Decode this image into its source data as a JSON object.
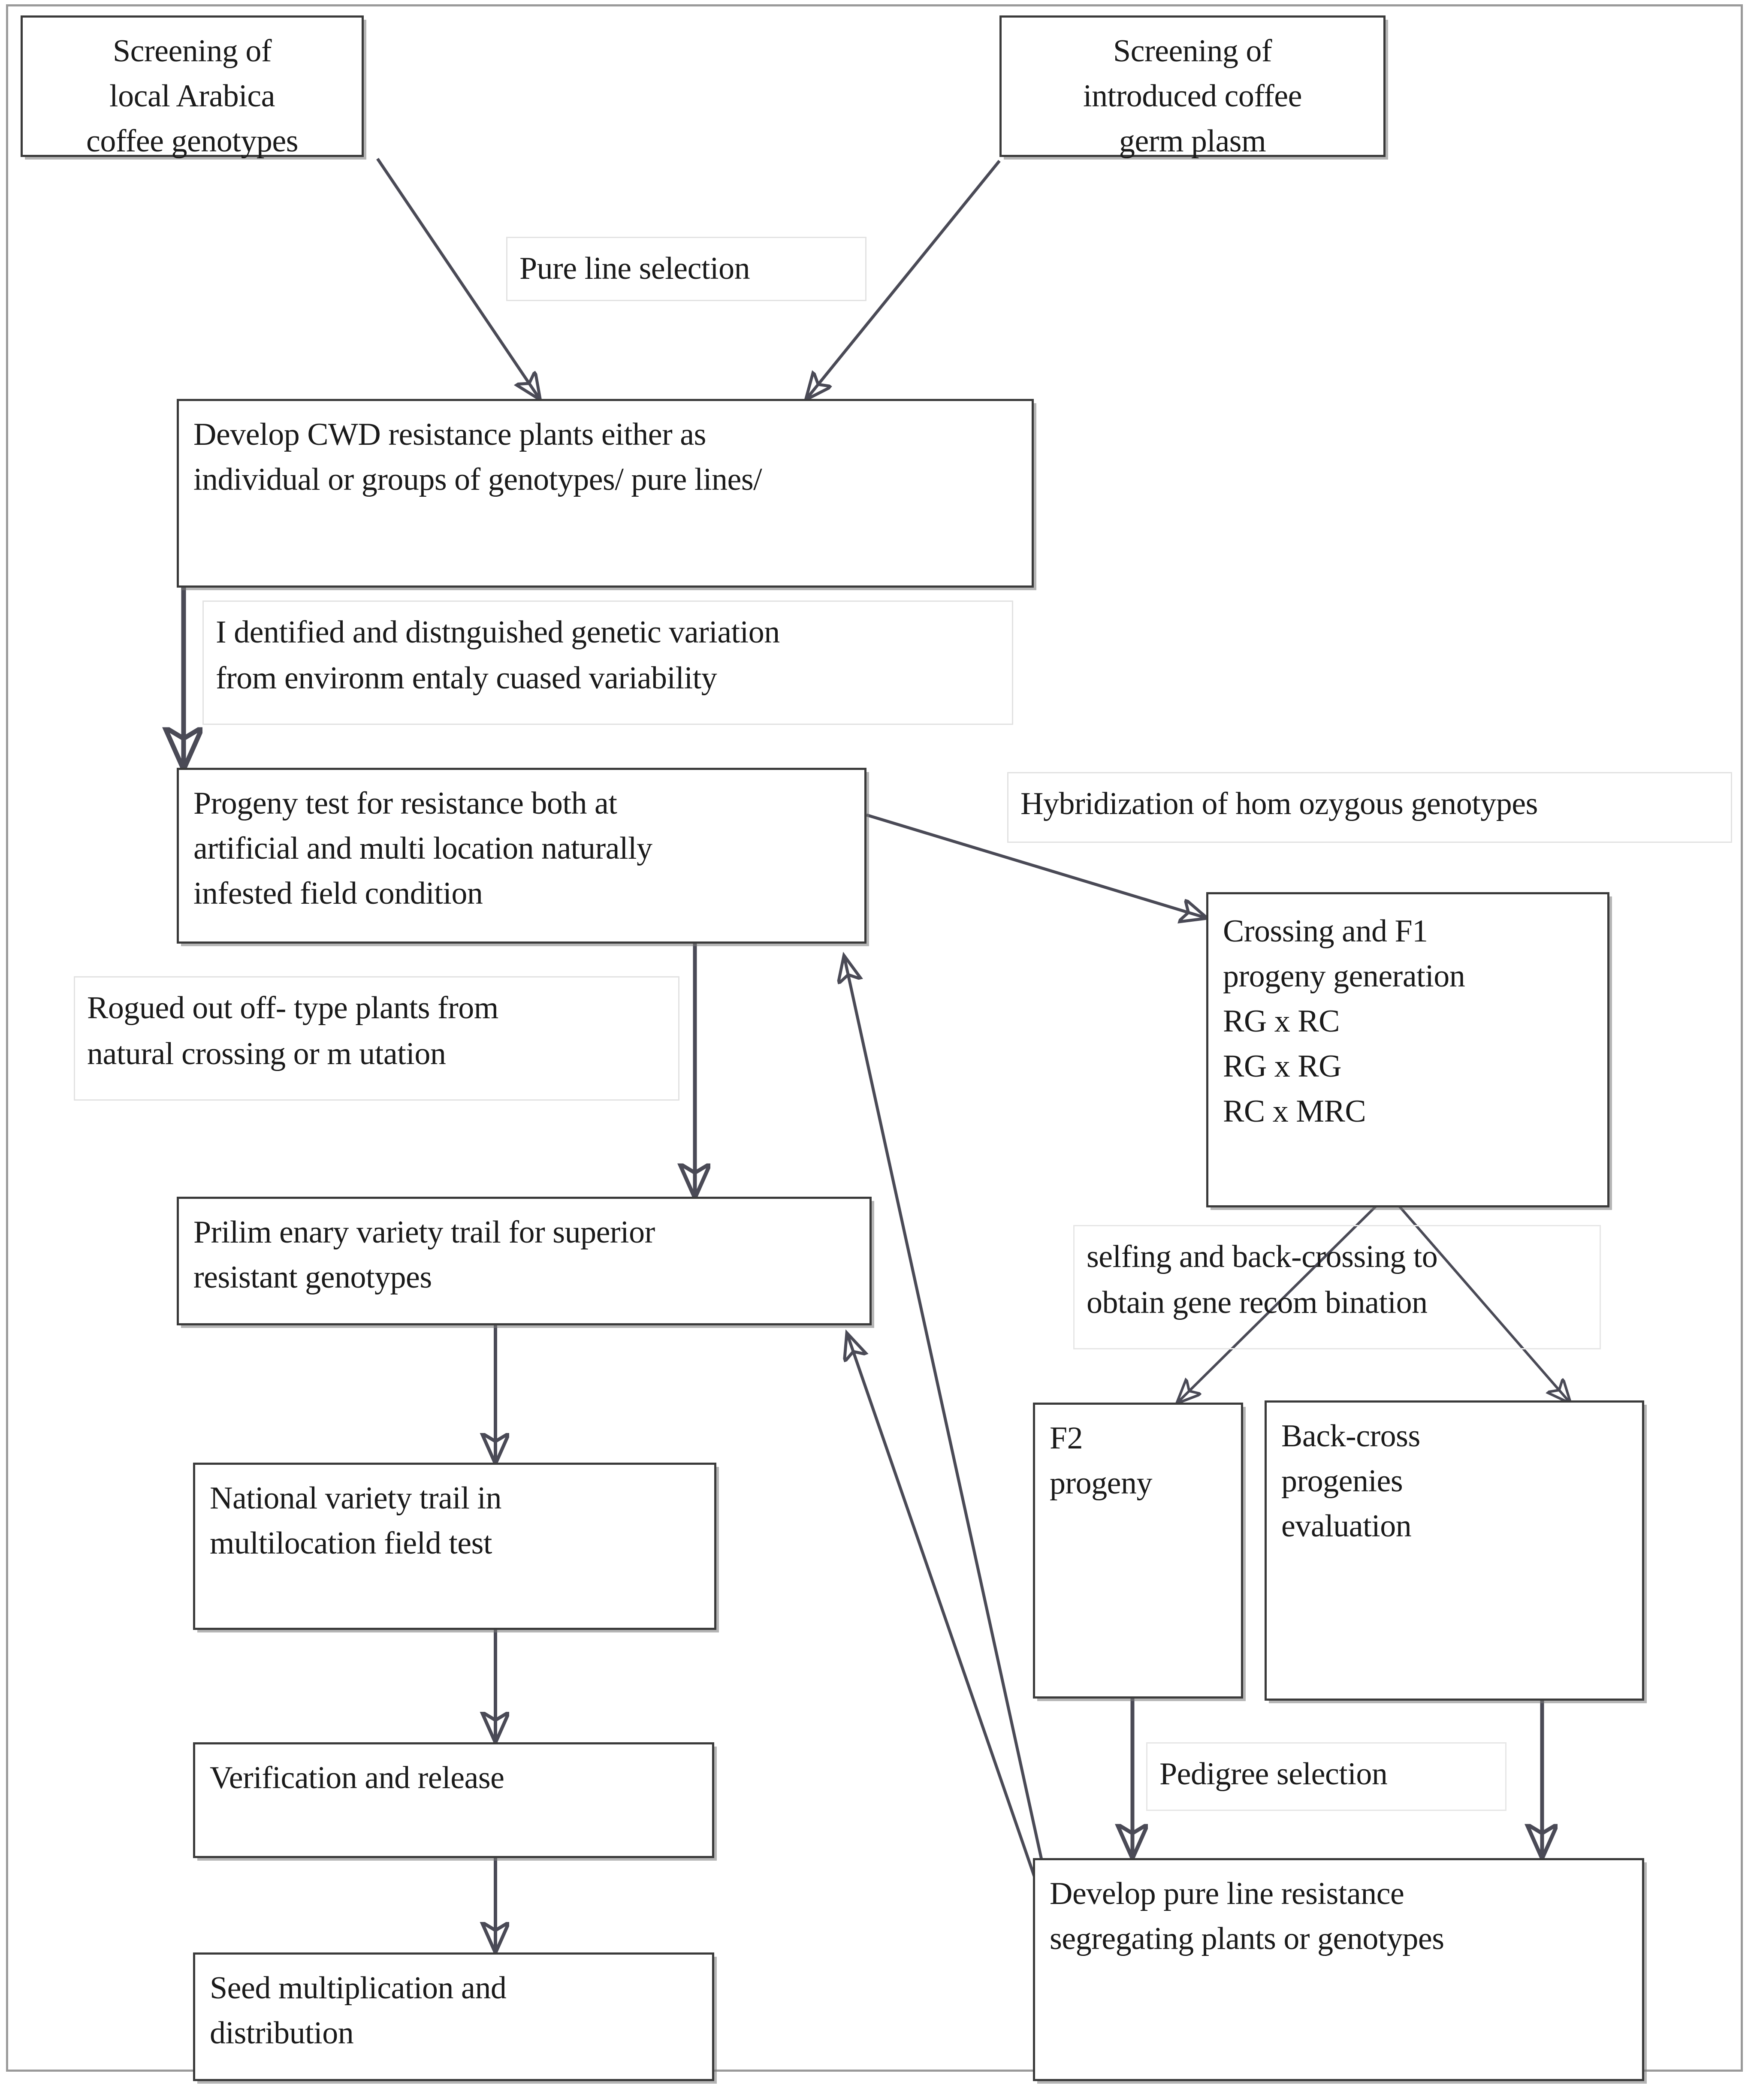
{
  "diagram": {
    "title": "Coffee Wilt Disease (CWD) resistance breeding scheme",
    "accent_color": "#3a3a3a",
    "arrow_color": "#4a4a56",
    "frame_color": "#9a9a9a"
  },
  "boxes": {
    "screen_local": {
      "lines": [
        "Screening of",
        "local Arabica",
        "coffee  genotypes"
      ]
    },
    "screen_introduced": {
      "lines": [
        "Screening of",
        "introduced  coffee",
        "germ plasm"
      ]
    },
    "develop_cwd": {
      "lines": [
        "Develop CWD resistance plants either  as",
        "individual or groups of genotypes/ pure lines/"
      ]
    },
    "progeny_test": {
      "lines": [
        "Progeny test for resistance both at",
        "artificial and multi location naturally",
        "infested field condition"
      ]
    },
    "crossing_f1": {
      "lines": [
        "Crossing and F1",
        "progeny generation",
        "RG x RC",
        "RG x RG",
        "RC x MRC"
      ]
    },
    "prelim_trial": {
      "lines": [
        "Prilim enary variety trail for superior",
        "resistant  genotypes"
      ]
    },
    "f2_progeny": {
      "lines": [
        "F2",
        "progeny"
      ]
    },
    "backcross_progenies": {
      "lines": [
        "Back-cross",
        "progenies",
        "evaluation"
      ]
    },
    "national_trial": {
      "lines": [
        "National variety trail in",
        "multilocation field test"
      ]
    },
    "verification_release": {
      "lines": [
        "Verification and release"
      ]
    },
    "seed_multiplication": {
      "lines": [
        "Seed multiplication and",
        "distribution"
      ]
    },
    "develop_pure_line": {
      "lines": [
        "Develop  pure line resistance",
        "segregating plants or genotypes"
      ]
    }
  },
  "labels": {
    "pure_line_selection": {
      "lines": [
        "Pure line  selection"
      ]
    },
    "identified_variation": {
      "lines": [
        "I dentified and distnguished genetic variation",
        "from  environm entaly cuased variability"
      ]
    },
    "hybridization": {
      "lines": [
        "Hybridization of hom ozygous genotypes"
      ]
    },
    "rogued_out": {
      "lines": [
        "Rogued out off- type plants from",
        "natural crossing or m utation"
      ]
    },
    "selfing_backcross": {
      "lines": [
        "selfing and back-crossing to",
        "obtain gene recom bination"
      ]
    },
    "pedigree_selection": {
      "lines": [
        "Pedigree selection"
      ]
    }
  },
  "connections": [
    {
      "from": "screen_local",
      "to": "develop_cwd",
      "kind": "arrow-diagonal"
    },
    {
      "from": "screen_introduced",
      "to": "develop_cwd",
      "kind": "arrow-diagonal"
    },
    {
      "from": "develop_cwd",
      "to": "progeny_test",
      "kind": "arrow-vertical"
    },
    {
      "from": "progeny_test",
      "to": "crossing_f1",
      "kind": "arrow-diagonal"
    },
    {
      "from": "progeny_test",
      "to": "prelim_trial",
      "kind": "arrow-vertical"
    },
    {
      "from": "crossing_f1",
      "to": "f2_progeny",
      "kind": "arrow-diagonal"
    },
    {
      "from": "crossing_f1",
      "to": "backcross_progenies",
      "kind": "arrow-diagonal"
    },
    {
      "from": "f2_progeny",
      "to": "develop_pure_line",
      "kind": "arrow-vertical"
    },
    {
      "from": "backcross_progenies",
      "to": "develop_pure_line",
      "kind": "arrow-vertical"
    },
    {
      "from": "develop_pure_line",
      "to": "progeny_test",
      "kind": "arrow-diagonal-return"
    },
    {
      "from": "develop_pure_line",
      "to": "prelim_trial",
      "kind": "arrow-diagonal-return"
    },
    {
      "from": "prelim_trial",
      "to": "national_trial",
      "kind": "arrow-vertical"
    },
    {
      "from": "national_trial",
      "to": "verification_release",
      "kind": "arrow-vertical"
    },
    {
      "from": "verification_release",
      "to": "seed_multiplication",
      "kind": "arrow-vertical"
    }
  ]
}
